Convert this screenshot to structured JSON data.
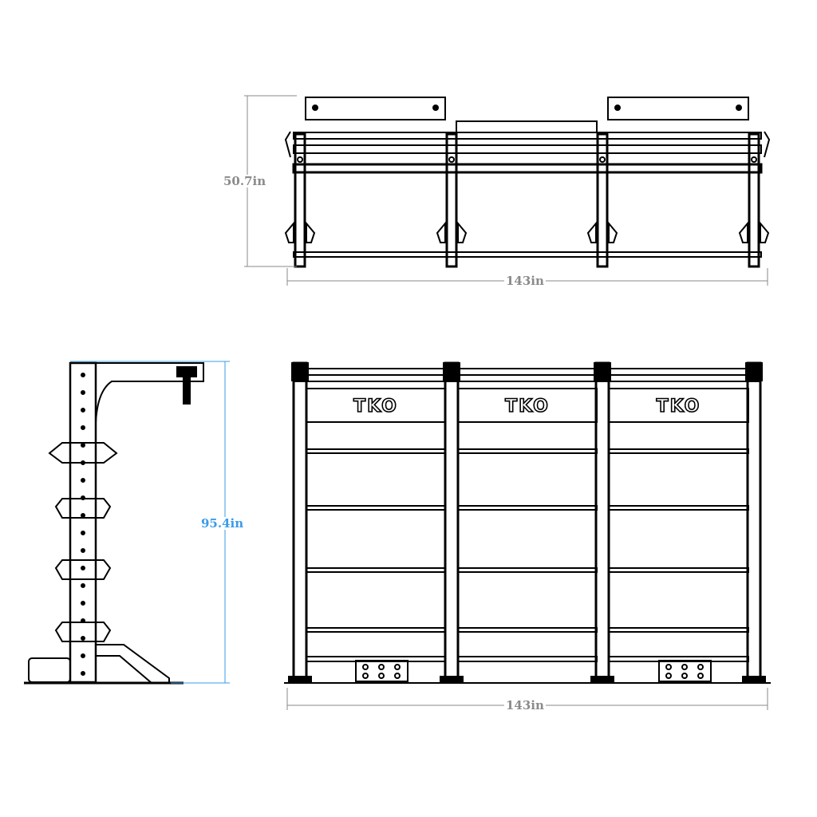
{
  "top_view": {
    "height_label": "50.7in",
    "width_label": "143in"
  },
  "side_view": {
    "height_label": "95.4in"
  },
  "front_view": {
    "width_label": "143in",
    "panel_logos": [
      "TKO",
      "TKO",
      "TKO"
    ]
  },
  "colors": {
    "line": "#000000",
    "dimension": "#8a8a8a",
    "height_highlight": "#3a9be8"
  }
}
